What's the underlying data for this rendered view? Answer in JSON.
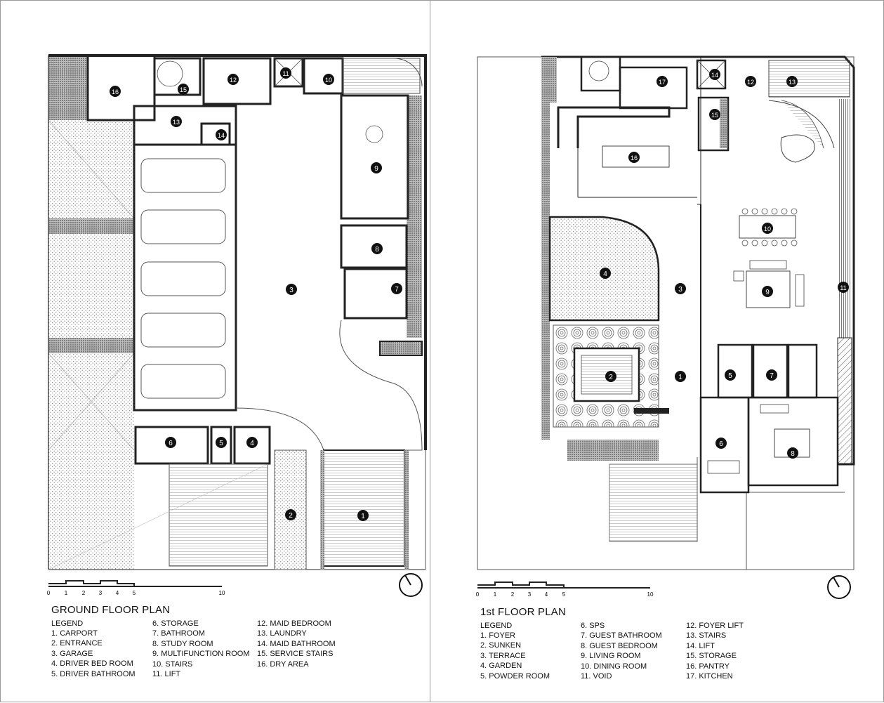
{
  "ground": {
    "title": "GROUND FLOOR PLAN",
    "legend_heading": "LEGEND",
    "legend": [
      [
        "1.   CARPORT",
        "2.   ENTRANCE",
        "3.   GARAGE",
        "4.   DRIVER BED ROOM",
        "5.   DRIVER BATHROOM"
      ],
      [
        "6.    STORAGE",
        "7.    BATHROOM",
        "8.    STUDY ROOM",
        "9.    MULTIFUNCTION ROOM",
        "10.  STAIRS",
        "11.  LIFT"
      ],
      [
        "12.  MAID BEDROOM",
        "13.    LAUNDRY",
        "14.  MAID BATHROOM",
        "15.  SERVICE STAIRS",
        "16.  DRY AREA"
      ]
    ],
    "scale_ticks": [
      "0",
      "1",
      "2",
      "3",
      "4",
      "5",
      "10"
    ],
    "room_numbers": [
      "1",
      "2",
      "3",
      "4",
      "5",
      "6",
      "7",
      "8",
      "9",
      "10",
      "11",
      "12",
      "13",
      "14",
      "15",
      "16"
    ]
  },
  "first": {
    "title": "1st FLOOR PLAN",
    "legend_heading": "LEGEND",
    "legend": [
      [
        "1.     FOYER",
        "2.     SUNKEN",
        "3.     TERRACE",
        "4.     GARDEN",
        "5.     POWDER ROOM"
      ],
      [
        "6.       SPS",
        "7.       GUEST BATHROOM",
        "8.       GUEST BEDROOM",
        "9.       LIVING ROOM",
        "10.   DINING ROOM",
        "11.    VOID"
      ],
      [
        "12.   FOYER LIFT",
        "13.    STAIRS",
        "14.   LIFT",
        "15.   STORAGE",
        "16.   PANTRY",
        "17.   KITCHEN"
      ]
    ],
    "scale_ticks": [
      "0",
      "1",
      "2",
      "3",
      "4",
      "5",
      "10"
    ],
    "room_numbers": [
      "1",
      "2",
      "3",
      "4",
      "5",
      "6",
      "7",
      "8",
      "9",
      "10",
      "11",
      "12",
      "13",
      "14",
      "15",
      "16",
      "17"
    ]
  },
  "colors": {
    "wall": "#222222",
    "line": "#555555",
    "dot": "#8a8a8a",
    "paper": "#ffffff"
  }
}
